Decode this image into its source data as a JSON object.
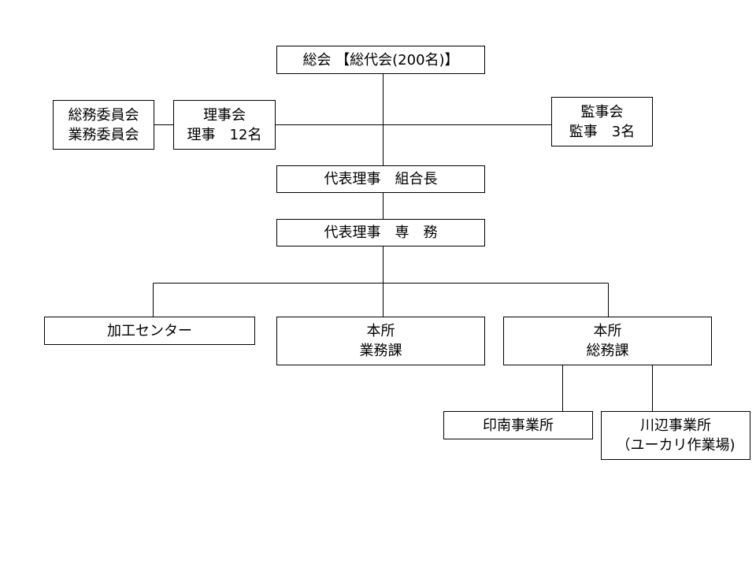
{
  "org_chart": {
    "general_assembly": "総会 【総代会(200名)】",
    "committees": {
      "line1": "総務委員会",
      "line2": "業務委員会"
    },
    "board": {
      "line1": "理事会",
      "line2": "理事　12名"
    },
    "auditors": {
      "line1": "監事会",
      "line2": "監事　3名"
    },
    "president": "代表理事　組合長",
    "managing_director": "代表理事　専　務",
    "processing_center": "加工センター",
    "hq_business": {
      "line1": "本所",
      "line2": "業務課"
    },
    "hq_general_affairs": {
      "line1": "本所",
      "line2": "総務課"
    },
    "innami_office": "印南事業所",
    "kawabe_office": {
      "line1": "川辺事業所",
      "line2": "（ユーカリ作業場)"
    }
  },
  "colors": {
    "line": "#000000",
    "box_border": "#000000",
    "background": "#ffffff"
  }
}
